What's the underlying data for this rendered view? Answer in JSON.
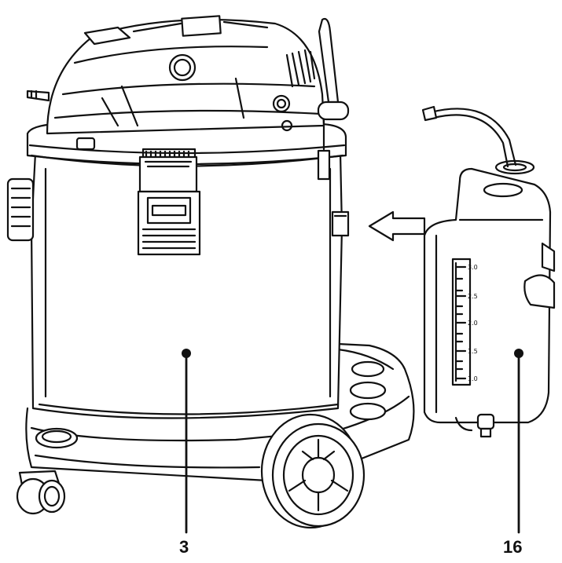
{
  "callouts": [
    {
      "id": "3",
      "label": "3"
    },
    {
      "id": "16",
      "label": "16"
    }
  ],
  "tank_scale": {
    "marks": [
      "3.0",
      "2.5",
      "2.0",
      "1.5",
      "1.0"
    ]
  },
  "colors": {
    "line": "#111111",
    "fill": "#ffffff",
    "shade": "#e6e6e6"
  }
}
